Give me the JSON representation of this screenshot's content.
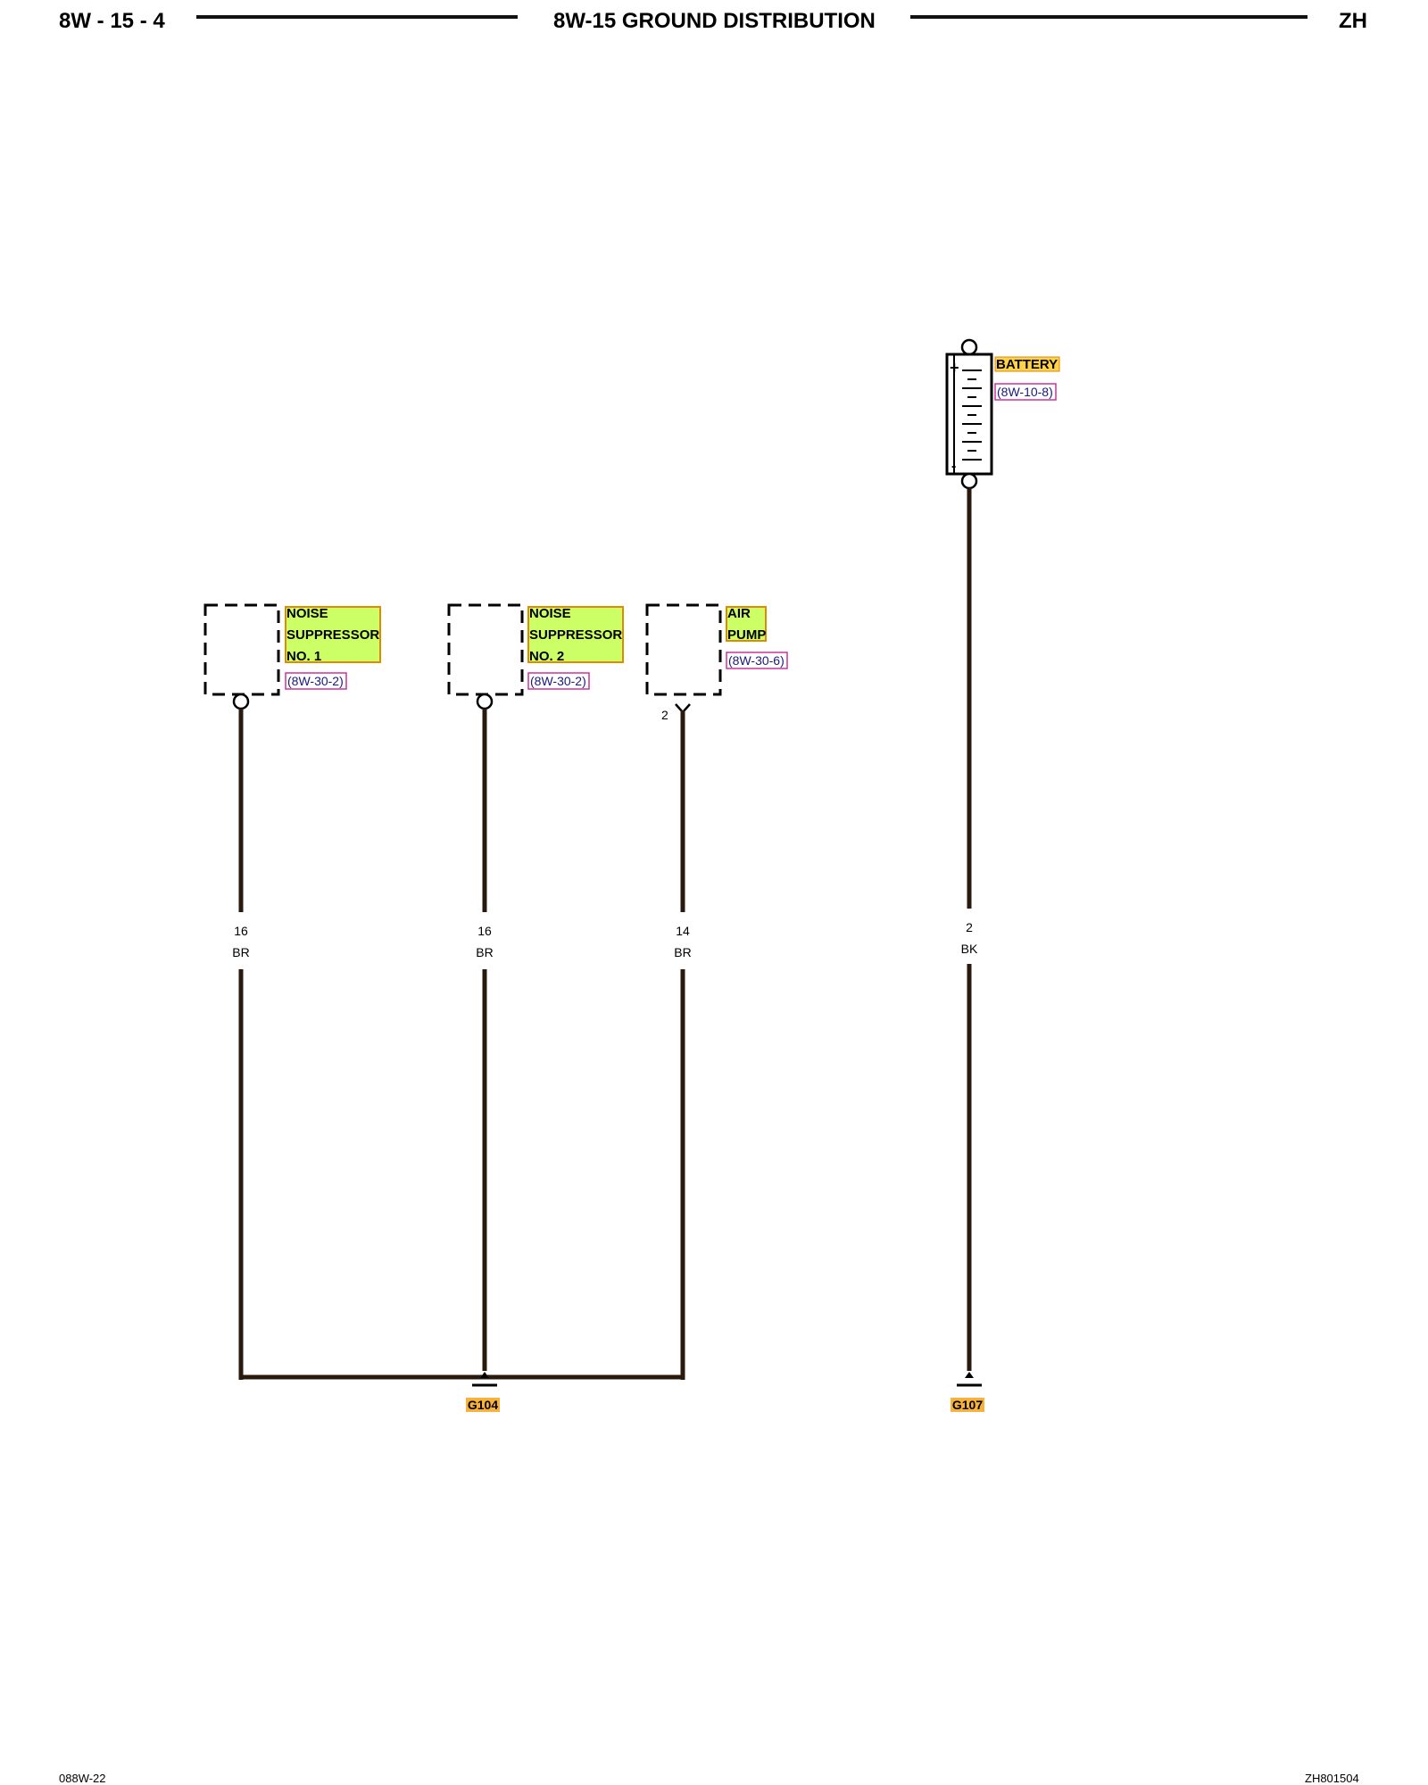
{
  "header": {
    "page_ref": "8W - 15 - 4",
    "title": "8W-15 GROUND DISTRIBUTION",
    "code": "ZH"
  },
  "footer": {
    "left": "088W-22",
    "right": "ZH801504"
  },
  "components": {
    "noise_suppressor_1": {
      "lines": [
        "NOISE",
        "SUPPRESSOR",
        "NO. 1"
      ],
      "ref": "(8W-30-2)"
    },
    "noise_suppressor_2": {
      "lines": [
        "NOISE",
        "SUPPRESSOR",
        "NO. 2"
      ],
      "ref": "(8W-30-2)"
    },
    "air_pump": {
      "lines": [
        "AIR",
        "PUMP"
      ],
      "ref": "(8W-30-6)",
      "pin": "2"
    },
    "battery": {
      "label": "BATTERY",
      "ref": "(8W-10-8)"
    }
  },
  "wires": {
    "ns1": {
      "gauge": "16",
      "color": "BR"
    },
    "ns2": {
      "gauge": "16",
      "color": "BR"
    },
    "air": {
      "gauge": "14",
      "color": "BR"
    },
    "bat": {
      "gauge": "2",
      "color": "BK"
    }
  },
  "grounds": {
    "g104": "G104",
    "g107": "G107"
  },
  "colors": {
    "component_fill": "#ccff66",
    "component_border": "#e08a00",
    "ground_fill": "#f7b23b",
    "battery_fill": "#ffd24a",
    "ref_border": "#cc3399",
    "ref_text": "#1a1a7a",
    "wire": "#2a1a0e"
  }
}
